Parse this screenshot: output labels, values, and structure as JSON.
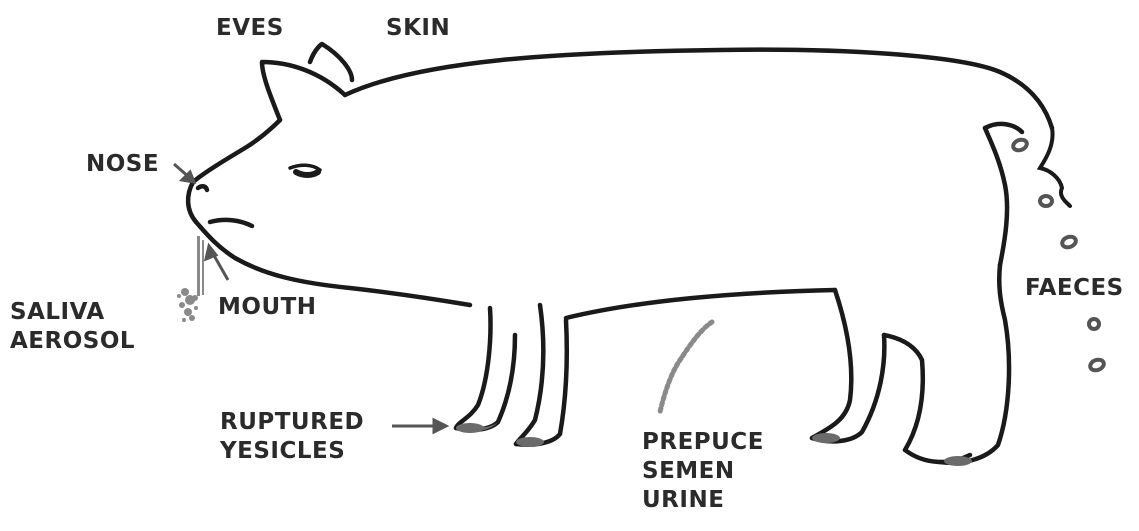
{
  "labels": {
    "eyes": "EVES",
    "skin": "SKIN",
    "nose": "NOSE",
    "mouth": "MOUTH",
    "saliva": [
      "SALIVA",
      "AEROSOL"
    ],
    "faeces": "FAECES",
    "vesicles": [
      "RUPTURED",
      "YESICLES"
    ],
    "prepuce": [
      "PREPUCE",
      "SEMEN",
      "URINE"
    ]
  },
  "colors": {
    "outline": "#1a1a1a",
    "label": "#2b2b2b",
    "arrow": "#555555",
    "stipple": "#8a8a8a",
    "hoof": "#6b6b6b"
  }
}
